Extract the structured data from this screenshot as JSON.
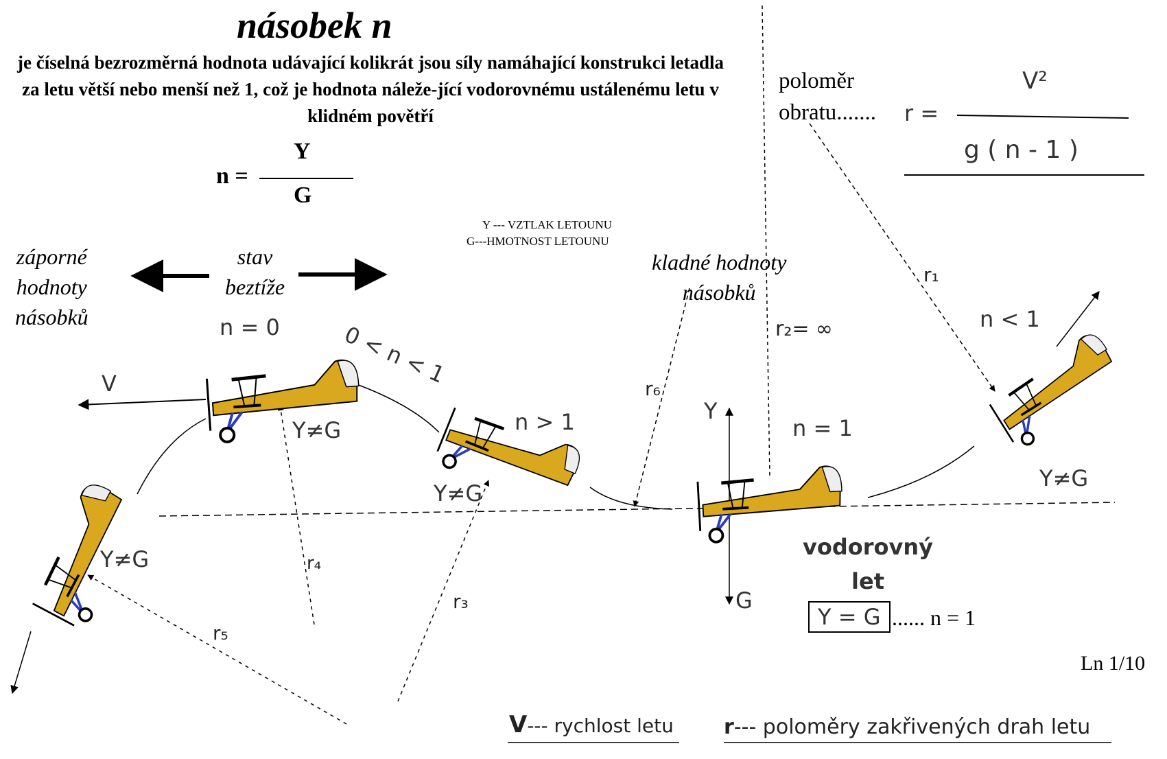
{
  "title": "násobek n",
  "intro_text": "je číselná bezrozměrná hodnota udávající kolikrát jsou síly namáhající konstrukci letadla za letu větší nebo menší než 1, což je hodnota náleže-jící vodorovnému ustálenému letu v klidném povětří",
  "formula_n": {
    "lhs": "n =",
    "numerator": "Y",
    "denominator": "G"
  },
  "legend_vg": {
    "y_line": "Y --- VZTLAK LETOUNU",
    "g_line": "G---HMOTNOST LETOUNU"
  },
  "turn_radius": {
    "label_line1": "poloměr",
    "label_line2": "obratu.......",
    "lhs": "r =",
    "numerator": "V²",
    "denominator": "g ( n - 1 )"
  },
  "zones": {
    "negative": [
      "záporné",
      "hodnoty",
      "násobků"
    ],
    "weightless": [
      "stav",
      "beztíže"
    ],
    "positive": [
      "kladné hodnoty",
      "násobků"
    ]
  },
  "states": {
    "n_zero": "n = 0",
    "n_between": "0 < n < 1",
    "n_gt1": "n > 1",
    "n_eq1": "n = 1",
    "n_lt1": "n < 1"
  },
  "forces": {
    "y_ne_g": "Y≠G",
    "y": "Y",
    "g": "G",
    "v": "V",
    "y_eq_g": "Y = G"
  },
  "radii": {
    "r1": "r₁",
    "r2": "r₂= ∞",
    "r3": "r₃",
    "r4": "r₄",
    "r5": "r₅",
    "r6": "r₆"
  },
  "level_flight": {
    "line1": "vodorovný",
    "line2": "let",
    "suffix": "...... n = 1"
  },
  "footer": {
    "v_symbol": "V",
    "v_text": "--- rychlost letu",
    "r_symbol": "r",
    "r_text": "--- poloměry zakřivených drah letu",
    "page_ref": "Ln 1/10"
  },
  "colors": {
    "aircraft_body": "#d9a81e",
    "gear": "#2a3bbf",
    "ink": "#000000"
  }
}
